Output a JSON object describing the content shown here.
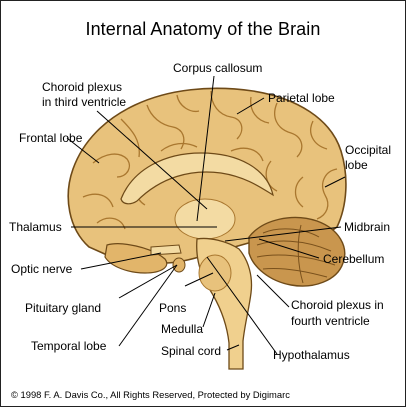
{
  "title": "Internal Anatomy of the Brain",
  "labels": {
    "corpus_callosum": "Corpus callosum",
    "choroid_third_1": "Choroid plexus",
    "choroid_third_2": "in third ventricle",
    "parietal_lobe": "Parietal lobe",
    "frontal_lobe": "Frontal lobe",
    "occipital_1": "Occipital",
    "occipital_2": "lobe",
    "thalamus": "Thalamus",
    "midbrain": "Midbrain",
    "optic_nerve": "Optic nerve",
    "cerebellum": "Cerebellum",
    "pituitary_gland": "Pituitary gland",
    "pons": "Pons",
    "choroid_fourth_1": "Choroid plexus in",
    "choroid_fourth_2": "fourth ventricle",
    "medulla": "Medulla",
    "temporal_lobe": "Temporal lobe",
    "spinal_cord": "Spinal cord",
    "hypothalamus": "Hypothalamus"
  },
  "copyright": "© 1998 F. A. Davis Co., All Rights Reserved, Protected by Digimarc",
  "colors": {
    "brain_fill": "#E8C27C",
    "brain_light": "#F3DBA3",
    "brain_dark": "#A9772F",
    "outline": "#6E4A18",
    "cerebellum": "#C9964E",
    "leader": "#000000"
  }
}
